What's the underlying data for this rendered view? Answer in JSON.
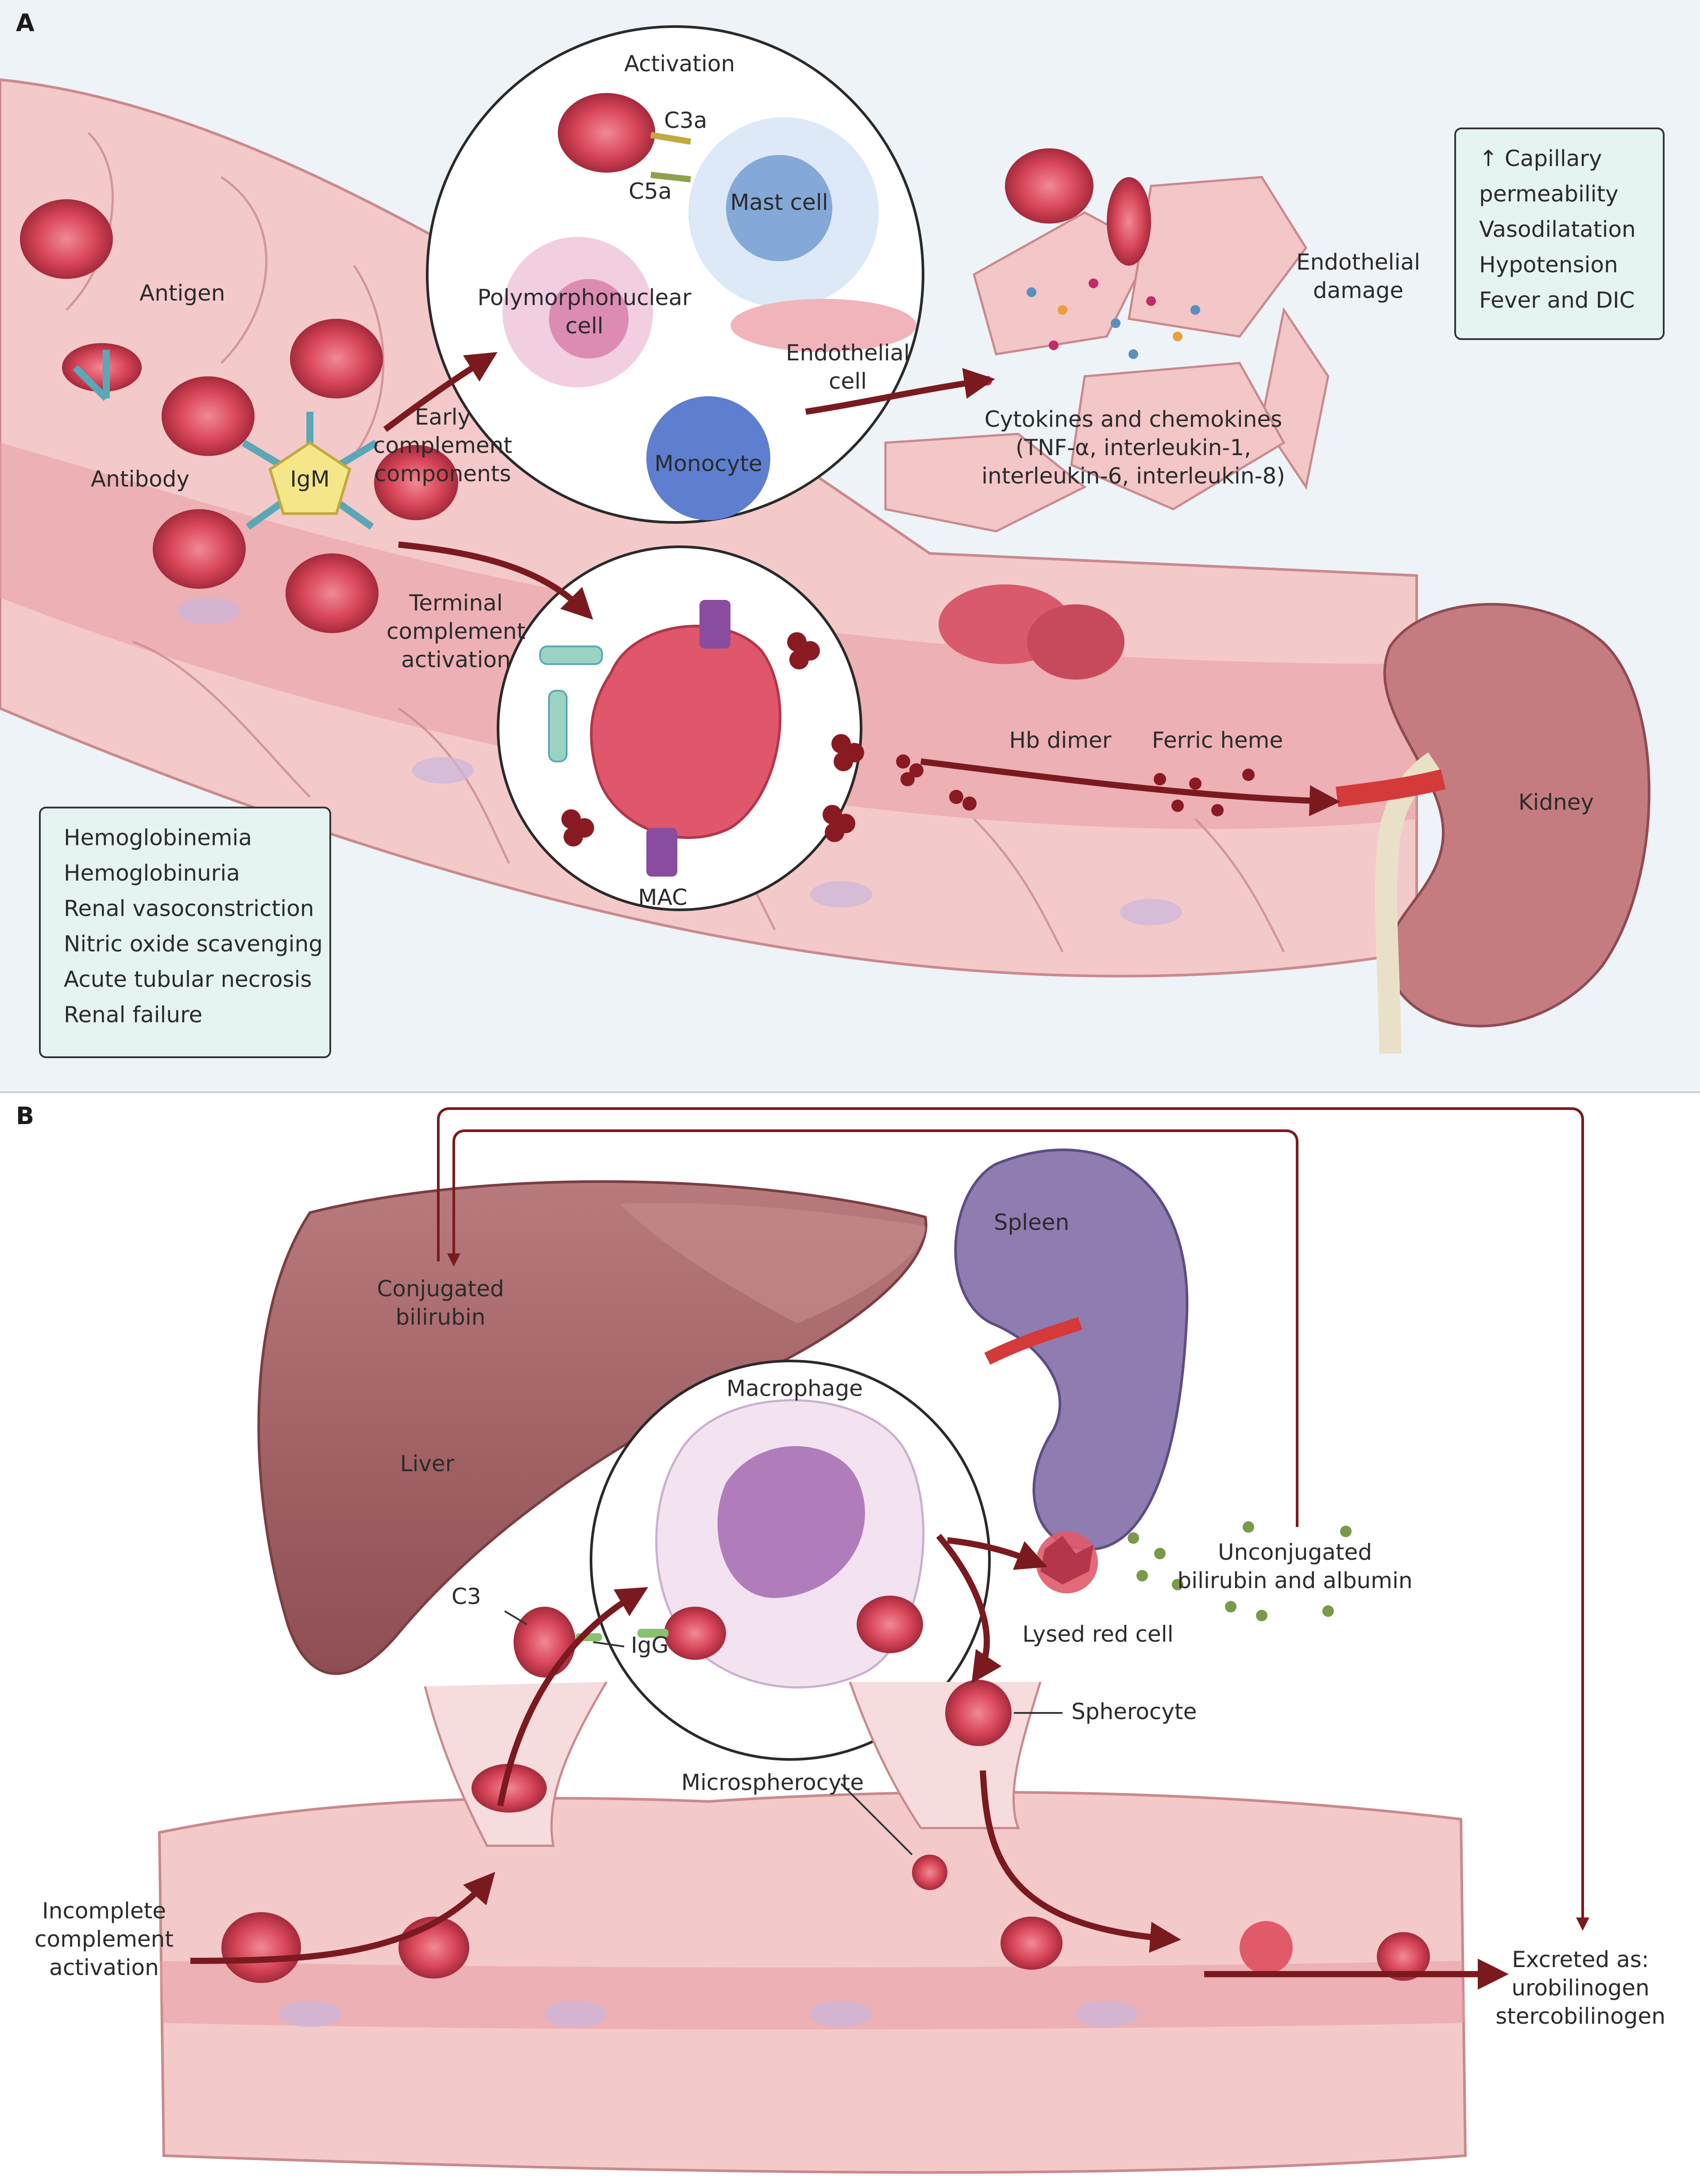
{
  "panel_a": {
    "letter": "A",
    "labels": {
      "activation": "Activation",
      "c3a": "C3a",
      "c5a": "C5a",
      "mast_cell": "Mast cell",
      "antigen": "Antigen",
      "polymorph_1": "Polymorphonuclear",
      "polymorph_2": "cell",
      "endothelial_cell_1": "Endothelial",
      "endothelial_cell_2": "cell",
      "endothelial_damage_1": "Endothelial",
      "endothelial_damage_2": "damage",
      "antibody": "Antibody",
      "igm": "IgM",
      "early_1": "Early",
      "early_2": "complement",
      "early_3": "components",
      "monocyte": "Monocyte",
      "cyto_1": "Cytokines and chemokines",
      "cyto_2": "(TNF-α, interleukin-1,",
      "cyto_3": "interleukin-6, interleukin-8)",
      "terminal_1": "Terminal",
      "terminal_2": "complement",
      "terminal_3": "activation",
      "hb_dimer": "Hb dimer",
      "ferric_heme": "Ferric heme",
      "kidney": "Kidney",
      "mac": "MAC"
    },
    "effects_box": [
      "↑ Capillary",
      "permeability",
      "Vasodilatation",
      "Hypotension",
      "Fever and DIC"
    ],
    "renal_box": [
      "Hemoglobinemia",
      "Hemoglobinuria",
      "Renal vasoconstriction",
      "Nitric oxide scavenging",
      "Acute tubular necrosis",
      "Renal failure"
    ]
  },
  "panel_b": {
    "letter": "B",
    "labels": {
      "conj_1": "Conjugated",
      "conj_2": "bilirubin",
      "spleen": "Spleen",
      "macrophage": "Macrophage",
      "liver": "Liver",
      "unconj_1": "Unconjugated",
      "unconj_2": "bilirubin and albumin",
      "lysed": "Lysed red cell",
      "c3": "C3",
      "igg": "IgG",
      "spherocyte": "Spherocyte",
      "microspherocyte": "Microspherocyte",
      "incomplete_1": "Incomplete",
      "incomplete_2": "complement",
      "incomplete_3": "activation",
      "excreted_1": "Excreted as:",
      "excreted_2": "urobilinogen",
      "excreted_3": "stercobilinogen"
    }
  },
  "colors": {
    "rbc": "#d9475a",
    "rbc_dark": "#a52a3c",
    "vessel": "#f4c9c9",
    "vessel_line": "#c98a8d",
    "arrow": "#7a1a1f",
    "box_fill": "#e6f3f3",
    "antibody": "#8fc6d0",
    "igm": "#f5e68a",
    "mac": "#8a4c9e",
    "liver": "#a8696c",
    "spleen": "#8f7cb0",
    "kidney": "#c47c80",
    "bilirubin": "#7a9a4a"
  }
}
